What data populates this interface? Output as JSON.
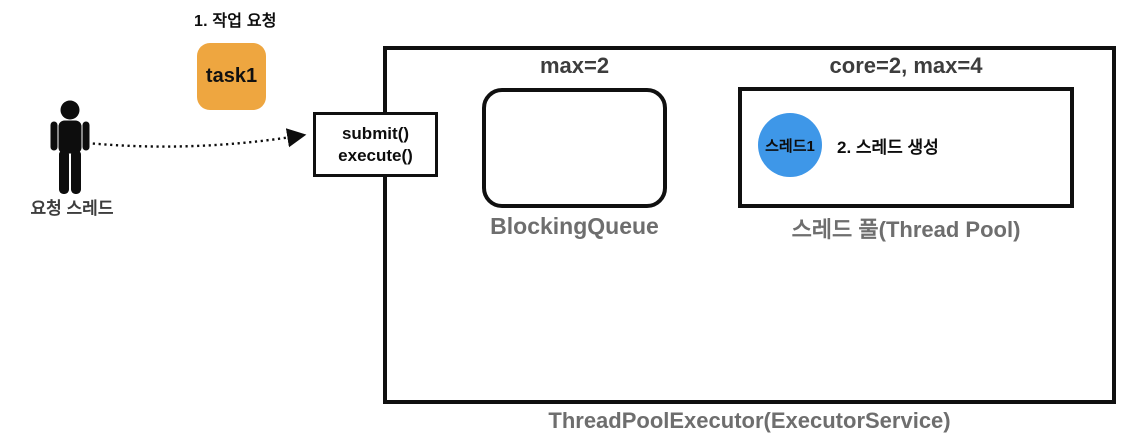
{
  "diagram": {
    "step1_label": "1. 작업 요청",
    "task_box_label": "task1",
    "requester_label": "요청 스레드",
    "submit_box": {
      "line1": "submit()",
      "line2": "execute()"
    },
    "queue": {
      "capacity_label": "max=2",
      "name": "BlockingQueue"
    },
    "pool": {
      "capacity_label": "core=2, max=4",
      "name": "스레드 풀(Thread Pool)",
      "thread1_label": "스레드1",
      "step2_label": "2. 스레드 생성"
    },
    "executor_label": "ThreadPoolExecutor(ExecutorService)"
  },
  "colors": {
    "task_orange": "#EEA640",
    "thread_blue": "#3E97E8",
    "outline_black": "#101010",
    "gray_label": "#6E6E6E",
    "dark_gray_label": "#3D3D3D",
    "background": "#FFFFFF"
  }
}
